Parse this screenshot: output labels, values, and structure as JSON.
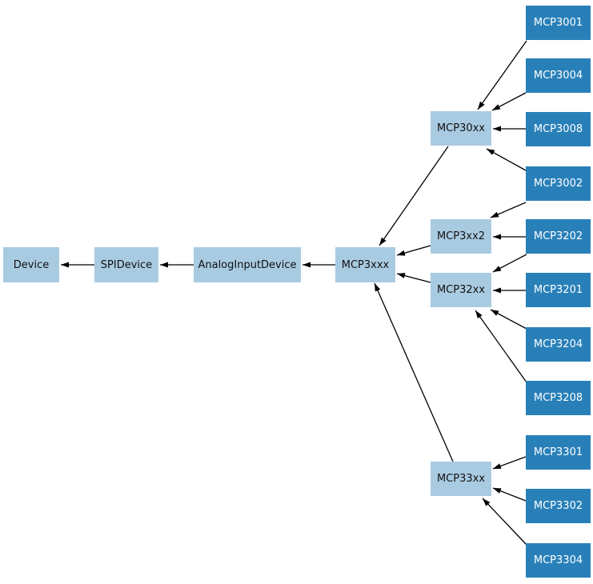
{
  "diagram": {
    "kind": "class-inheritance-diagram",
    "background_color": "#ffffff",
    "base_node_fill": "#a9cbe2",
    "base_node_text_color": "#111111",
    "leaf_node_fill": "#2980b9",
    "leaf_node_text_color": "#ffffff",
    "edge_color": "#000000",
    "nodes": [
      {
        "id": "device",
        "label": "Device",
        "kind": "base"
      },
      {
        "id": "spidevice",
        "label": "SPIDevice",
        "kind": "base"
      },
      {
        "id": "analoginputdevice",
        "label": "AnalogInputDevice",
        "kind": "base"
      },
      {
        "id": "mcp3xxx",
        "label": "MCP3xxx",
        "kind": "base"
      },
      {
        "id": "mcp30xx",
        "label": "MCP30xx",
        "kind": "base"
      },
      {
        "id": "mcp3xx2",
        "label": "MCP3xx2",
        "kind": "base"
      },
      {
        "id": "mcp32xx",
        "label": "MCP32xx",
        "kind": "base"
      },
      {
        "id": "mcp33xx",
        "label": "MCP33xx",
        "kind": "base"
      },
      {
        "id": "mcp3001",
        "label": "MCP3001",
        "kind": "leaf"
      },
      {
        "id": "mcp3004",
        "label": "MCP3004",
        "kind": "leaf"
      },
      {
        "id": "mcp3008",
        "label": "MCP3008",
        "kind": "leaf"
      },
      {
        "id": "mcp3002",
        "label": "MCP3002",
        "kind": "leaf"
      },
      {
        "id": "mcp3202",
        "label": "MCP3202",
        "kind": "leaf"
      },
      {
        "id": "mcp3201",
        "label": "MCP3201",
        "kind": "leaf"
      },
      {
        "id": "mcp3204",
        "label": "MCP3204",
        "kind": "leaf"
      },
      {
        "id": "mcp3208",
        "label": "MCP3208",
        "kind": "leaf"
      },
      {
        "id": "mcp3301",
        "label": "MCP3301",
        "kind": "leaf"
      },
      {
        "id": "mcp3302",
        "label": "MCP3302",
        "kind": "leaf"
      },
      {
        "id": "mcp3304",
        "label": "MCP3304",
        "kind": "leaf"
      }
    ],
    "edges": [
      {
        "child": "SPIDevice",
        "parent": "Device"
      },
      {
        "child": "AnalogInputDevice",
        "parent": "SPIDevice"
      },
      {
        "child": "MCP3xxx",
        "parent": "AnalogInputDevice"
      },
      {
        "child": "MCP30xx",
        "parent": "MCP3xxx"
      },
      {
        "child": "MCP3xx2",
        "parent": "MCP3xxx"
      },
      {
        "child": "MCP32xx",
        "parent": "MCP3xxx"
      },
      {
        "child": "MCP33xx",
        "parent": "MCP3xxx"
      },
      {
        "child": "MCP3001",
        "parent": "MCP30xx"
      },
      {
        "child": "MCP3004",
        "parent": "MCP30xx"
      },
      {
        "child": "MCP3008",
        "parent": "MCP30xx"
      },
      {
        "child": "MCP3002",
        "parent": "MCP30xx"
      },
      {
        "child": "MCP3002",
        "parent": "MCP3xx2"
      },
      {
        "child": "MCP3202",
        "parent": "MCP3xx2"
      },
      {
        "child": "MCP3202",
        "parent": "MCP32xx"
      },
      {
        "child": "MCP3201",
        "parent": "MCP32xx"
      },
      {
        "child": "MCP3204",
        "parent": "MCP32xx"
      },
      {
        "child": "MCP3208",
        "parent": "MCP32xx"
      },
      {
        "child": "MCP3301",
        "parent": "MCP33xx"
      },
      {
        "child": "MCP3302",
        "parent": "MCP33xx"
      },
      {
        "child": "MCP3304",
        "parent": "MCP33xx"
      }
    ]
  }
}
